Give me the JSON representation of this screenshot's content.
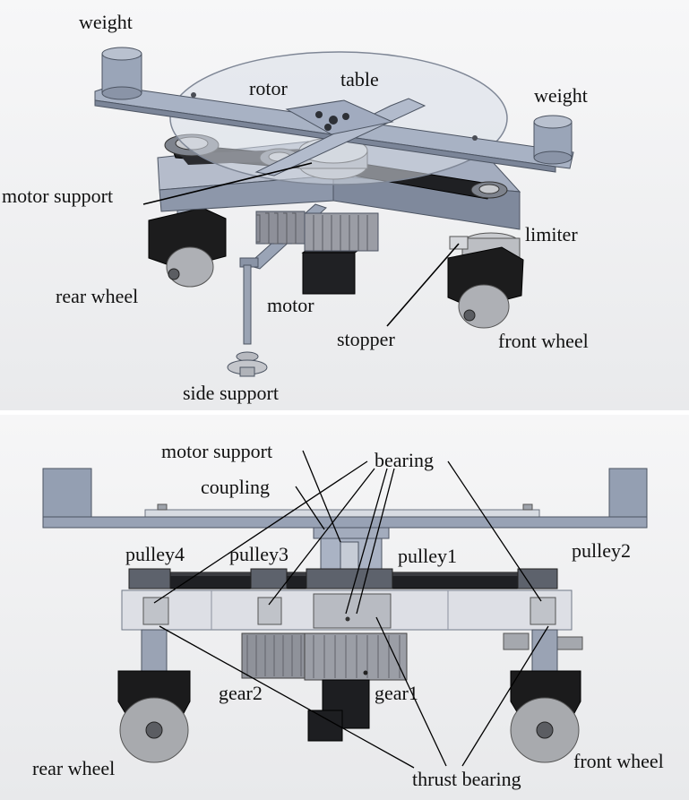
{
  "top_view": {
    "labels": {
      "weight_left": "weight",
      "weight_right": "weight",
      "rotor": "rotor",
      "table": "table",
      "motor_support": "motor support",
      "limiter": "limiter",
      "rear_wheel": "rear wheel",
      "motor": "motor",
      "stopper": "stopper",
      "front_wheel": "front wheel",
      "side_support": "side support"
    }
  },
  "front_view": {
    "labels": {
      "motor_support": "motor support",
      "bearing": "bearing",
      "coupling": "coupling",
      "pulley4": "pulley4",
      "pulley3": "pulley3",
      "pulley1": "pulley1",
      "pulley2": "pulley2",
      "gear2": "gear2",
      "gear1": "gear1",
      "rear_wheel": "rear wheel",
      "front_wheel": "front wheel",
      "thrust_bearing": "thrust bearing"
    }
  },
  "colors": {
    "steel": "#8e99ae",
    "steel_dark": "#5f6878",
    "belt": "#1e1f22",
    "wheel_housing": "#1a1a1a",
    "wheel": "#a9abb0",
    "glass": "#d8dde6"
  }
}
